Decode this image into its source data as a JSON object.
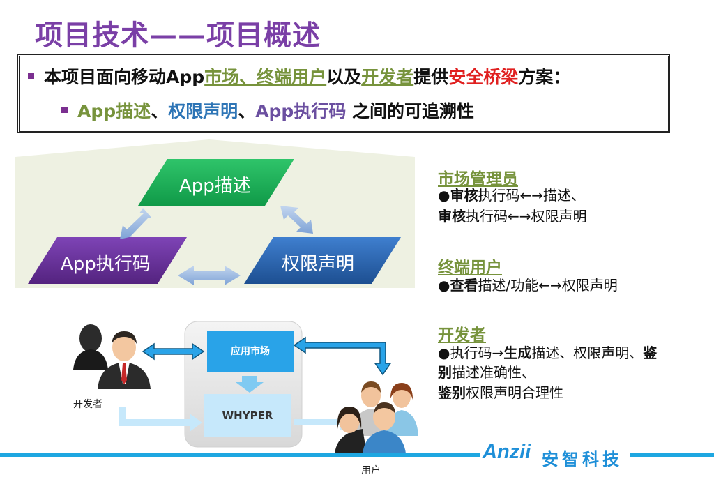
{
  "title": "项目技术——项目概述",
  "intro": {
    "p1": "本项目面向移动App",
    "p2": "市场、",
    "p3": "终端用户",
    "p4": "以及",
    "p5": "开发者",
    "p6": "提供",
    "p7": "安全桥梁",
    "p8": "方案："
  },
  "sub": {
    "p1": "App描述",
    "p2": "、",
    "p3": "权限声明",
    "p4": "、",
    "p5": "App执行码",
    "p6": " 之间的可追溯性"
  },
  "diagram": {
    "app_desc": "App描述",
    "app_code": "App执行码",
    "permission": "权限声明"
  },
  "flow": {
    "market": "应用市场",
    "whyper": "WHYPER",
    "developer": "开发者",
    "user": "用户"
  },
  "market_admin": {
    "title": "市场管理员",
    "l1a": "●",
    "l1b": "审核",
    "l1c": "执行码←→描述、",
    "l2a": "审核",
    "l2b": "执行码←→权限声明"
  },
  "end_user": {
    "title": "终端用户",
    "l1a": "●",
    "l1b": "查看",
    "l1c": "描述/功能←→权限声明"
  },
  "developer": {
    "title": "开发者",
    "l1a": "●执行码→",
    "l1b": "生成",
    "l1c": "描述、权限声明、",
    "l1d": "鉴",
    "l2a": "别",
    "l2b": "描述准确性、",
    "l3a": "鉴别",
    "l3b": "权限声明合理性"
  },
  "footer": {
    "brand": "Anzii",
    "brand_cn": "安智科技"
  },
  "colors": {
    "title": "#7a3fa6",
    "green": "#77933c",
    "red": "#e02020",
    "blue": "#2e75b6",
    "accent_line": "#1ea7e1"
  }
}
